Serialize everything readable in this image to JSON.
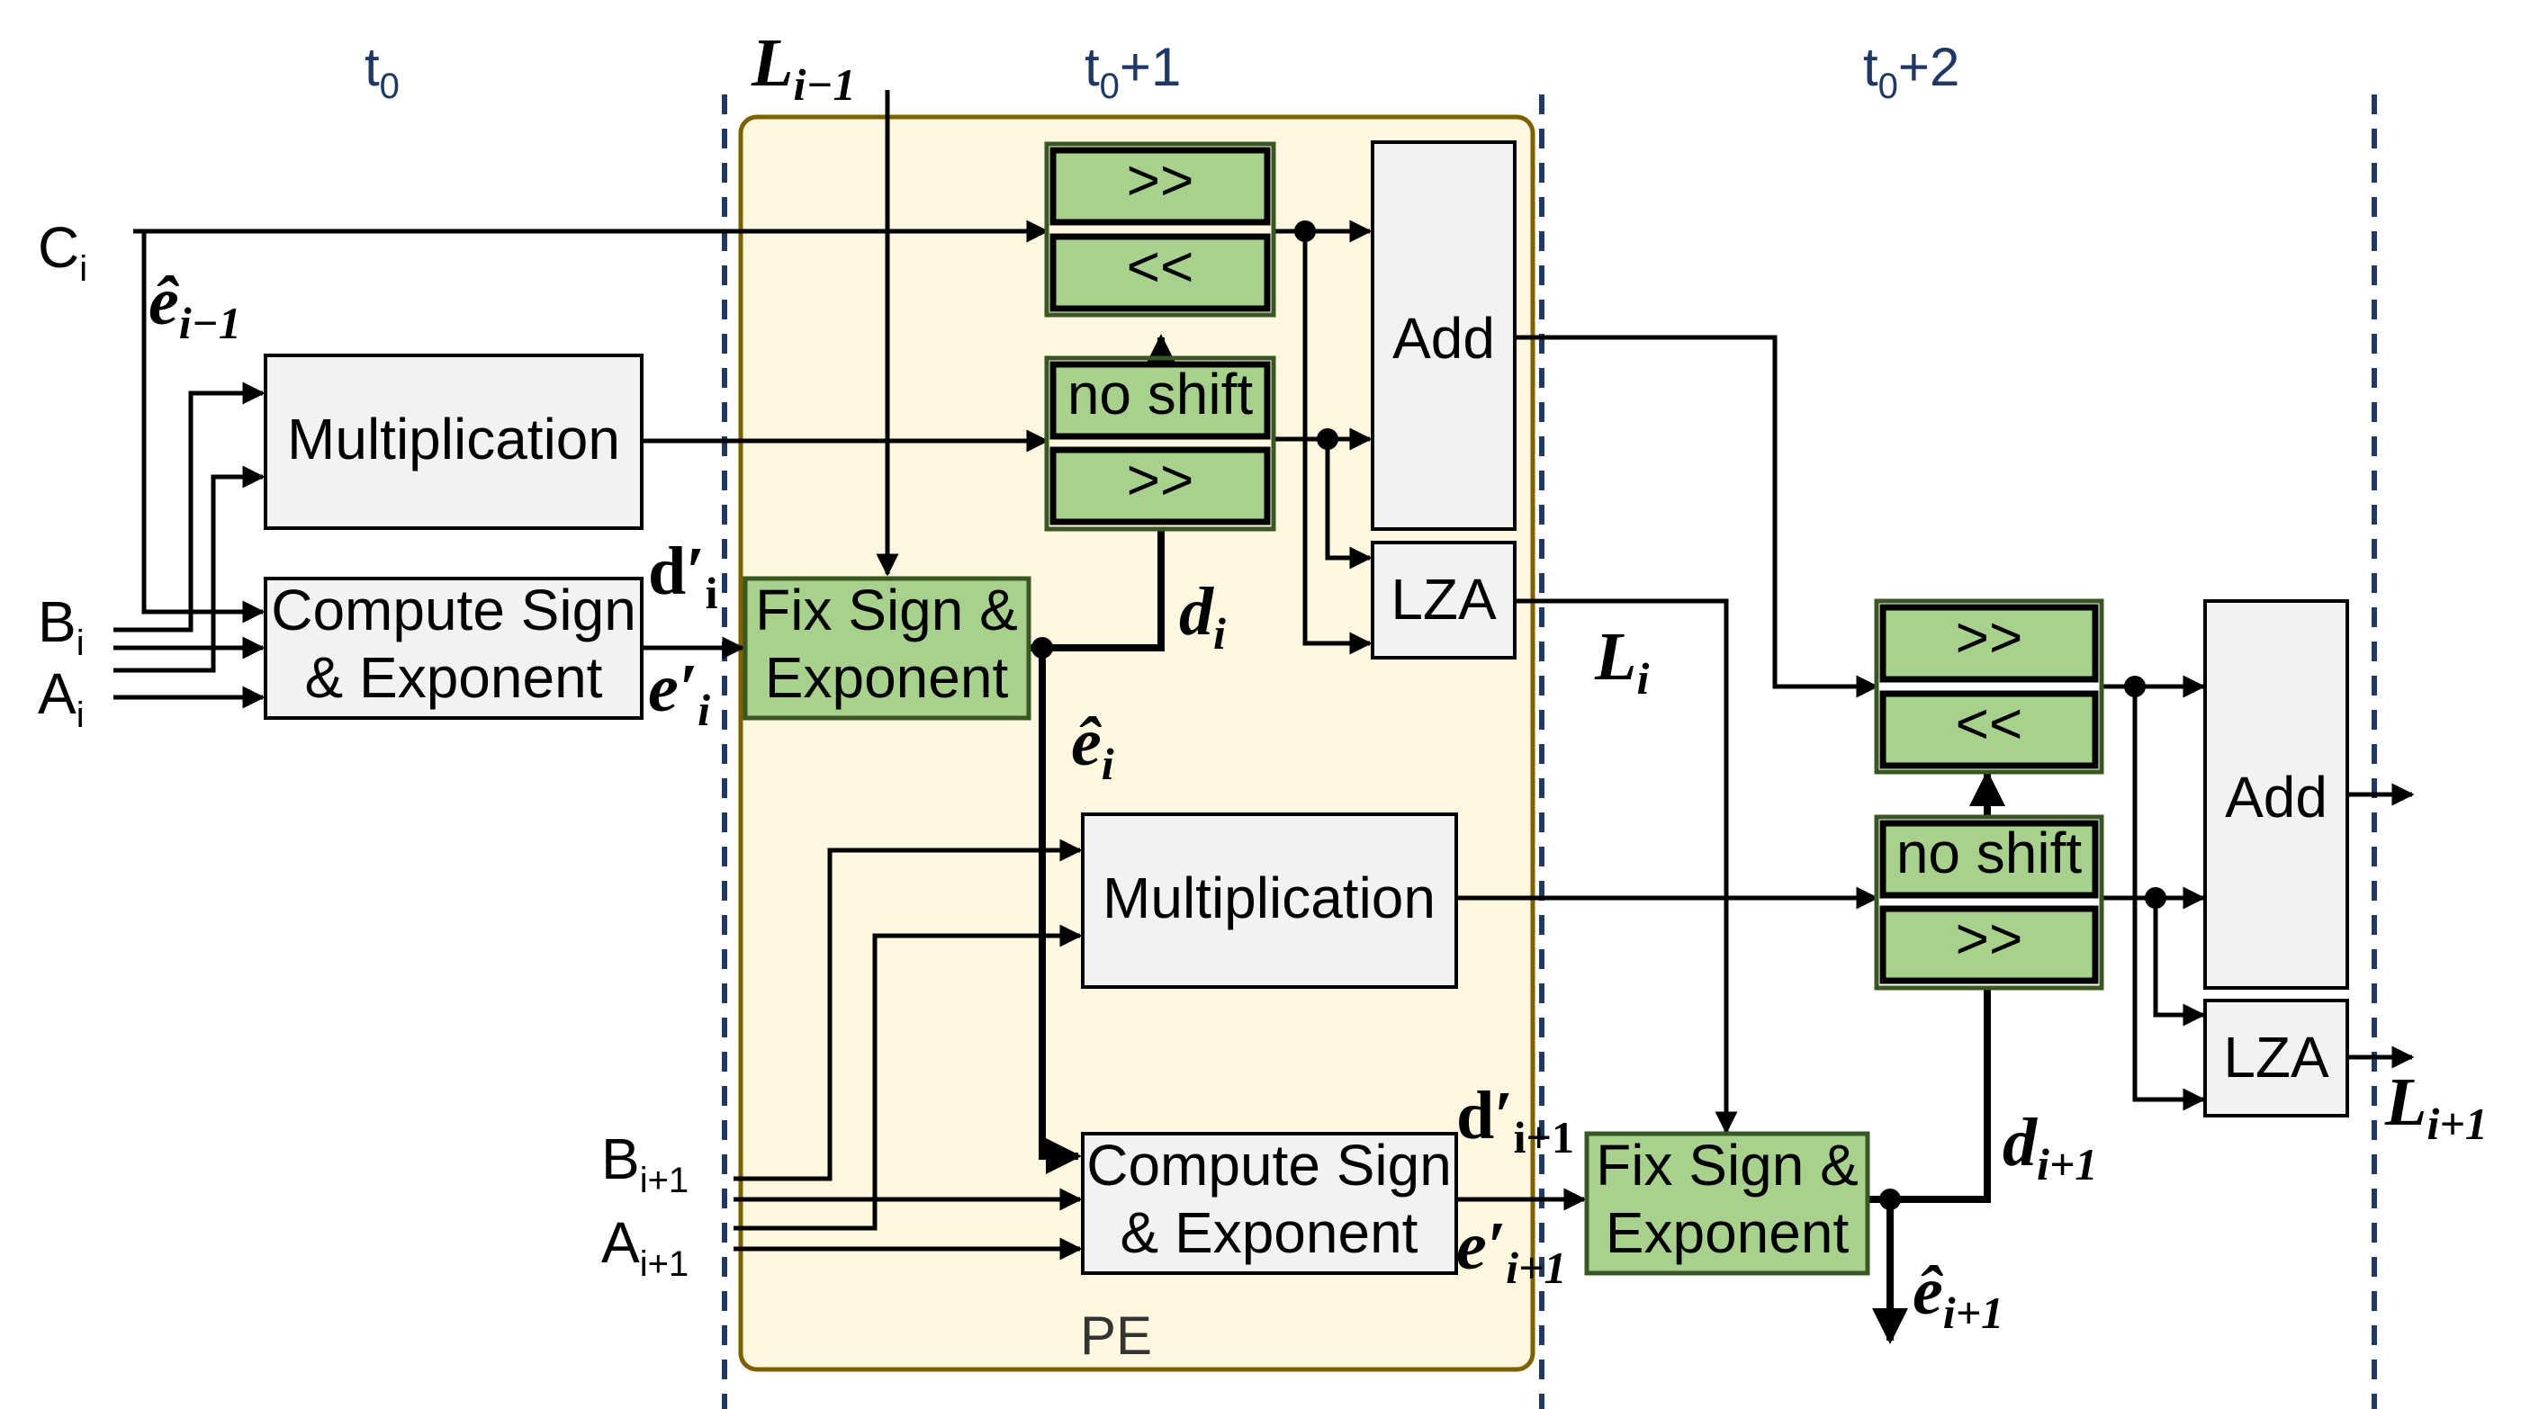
{
  "stages": {
    "t0": "t",
    "t0_sub": "0",
    "t1_base": "t",
    "t1_sub": "0",
    "t1_suffix": "+1",
    "t2_base": "t",
    "t2_sub": "0",
    "t2_suffix": "+2"
  },
  "pe_label": "PE",
  "inputs": {
    "C": "C",
    "C_sub": "i",
    "B": "B",
    "B_sub": "i",
    "A": "A",
    "A_sub": "i",
    "B2": "B",
    "B2_sub": "i+1",
    "A2": "A",
    "A2_sub": "i+1"
  },
  "blocks": {
    "mult": "Multiplication",
    "cse_line1": "Compute Sign",
    "cse_line2": "& Exponent",
    "fix_line1": "Fix Sign &",
    "fix_line2": "Exponent",
    "shift_right": ">>",
    "shift_left": "<<",
    "no_shift": "no shift",
    "add": "Add",
    "lza": "LZA"
  },
  "signals": {
    "L_prev": "L",
    "L_prev_sub": "i−1",
    "e_hat_prev": "ê",
    "e_hat_prev_sub": "i−1",
    "d_prime": "d′",
    "d_prime_sub": "i",
    "e_prime": "e′",
    "e_prime_sub": "i",
    "d": "d",
    "d_sub": "i",
    "e_hat": "ê",
    "e_hat_sub": "i",
    "L": "L",
    "L_sub": "i",
    "d_prime_next": "d′",
    "d_prime_next_sub": "i+1",
    "e_prime_next": "e′",
    "e_prime_next_sub": "i+1",
    "d_next": "d",
    "d_next_sub": "i+1",
    "e_hat_next": "ê",
    "e_hat_next_sub": "i+1",
    "L_next": "L",
    "L_next_sub": "i+1"
  }
}
